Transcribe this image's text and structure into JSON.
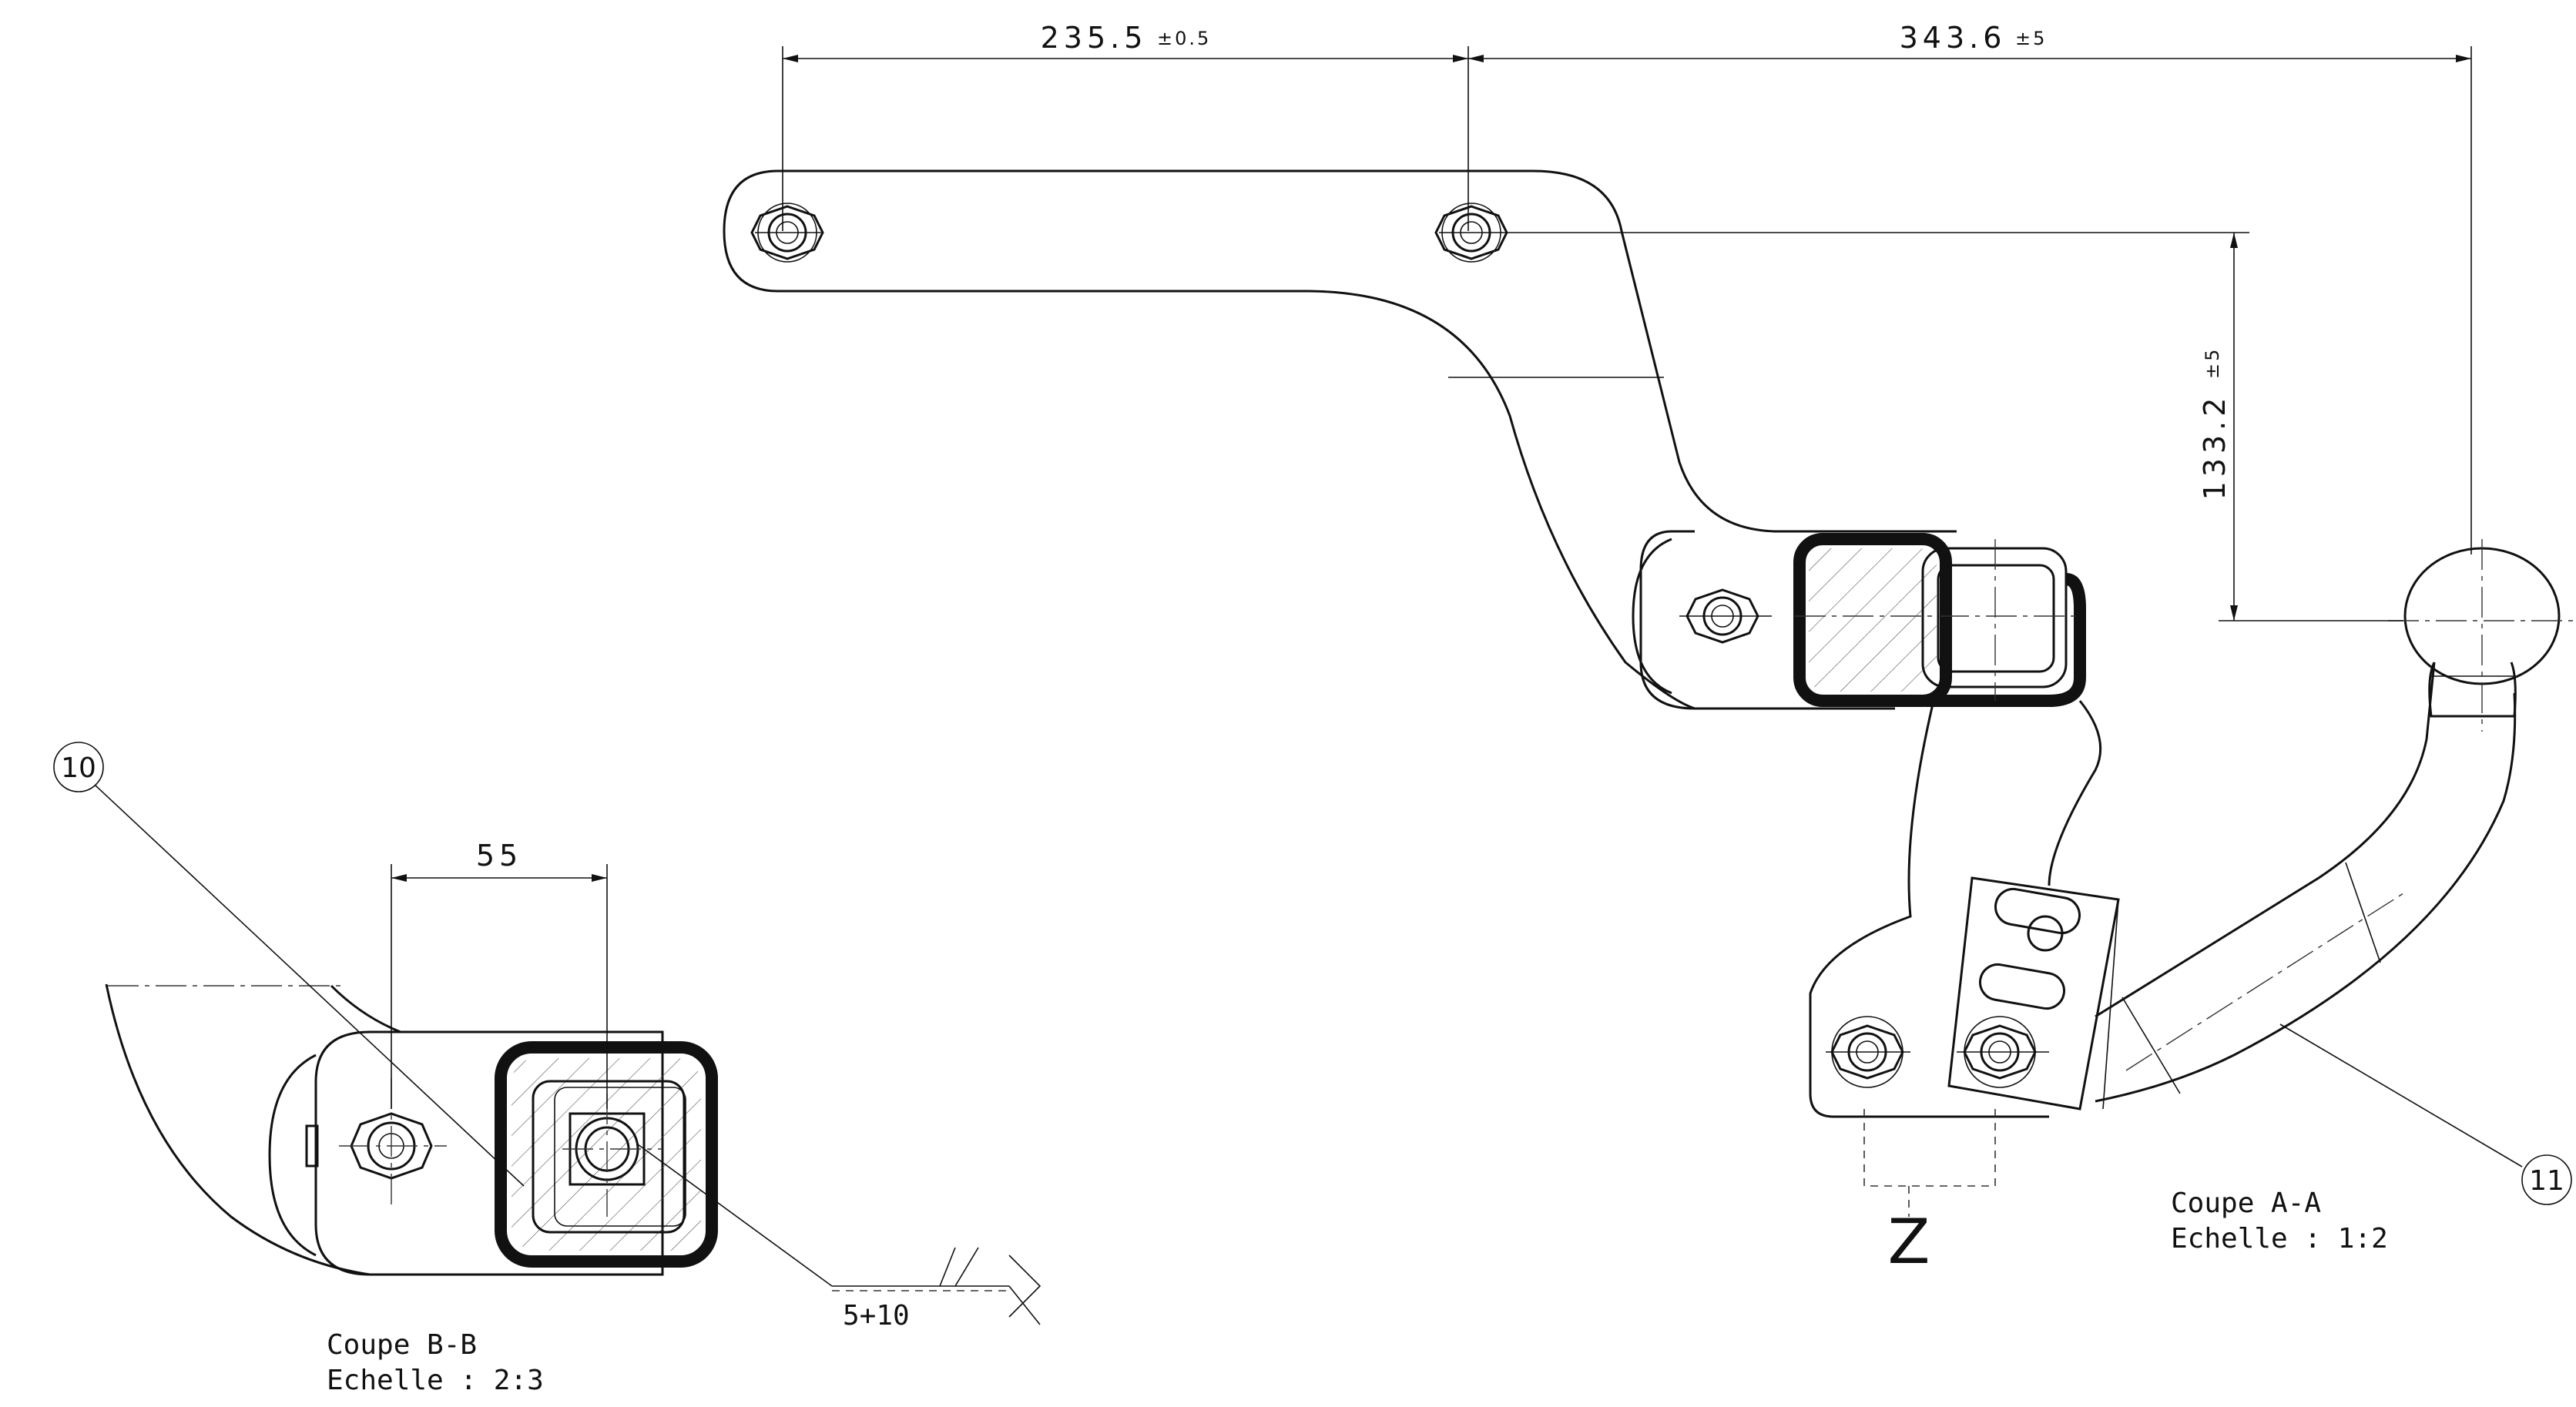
{
  "dimensions": {
    "d1": {
      "value": "235.5",
      "tolerance": "±0.5"
    },
    "d2": {
      "value": "343.6",
      "tolerance": "±5"
    },
    "d3": {
      "value": "133.2",
      "tolerance": "±5"
    },
    "d4": {
      "value": "55"
    }
  },
  "weld": {
    "label": "5+10"
  },
  "detail": {
    "label": "Z"
  },
  "callouts": {
    "c10": "10",
    "c11": "11"
  },
  "sections": {
    "section_a": {
      "title": "Coupe A-A",
      "scale": "Echelle :  1:2"
    },
    "section_b": {
      "title": "Coupe B-B",
      "scale": "Echelle :  2:3"
    }
  }
}
